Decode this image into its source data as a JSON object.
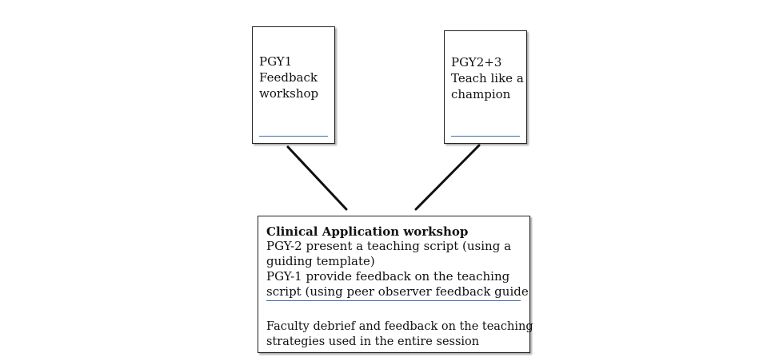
{
  "boxes": {
    "pgy1": {
      "lines": [
        "PGY1",
        "Feedback",
        "workshop"
      ]
    },
    "pgy23": {
      "lines": [
        "PGY2+3",
        "Teach like a",
        "champion"
      ]
    },
    "clinical": {
      "title": "Clinical Application workshop",
      "lines": [
        "PGY-2 present a teaching script (using a",
        "guiding template)",
        "PGY-1 provide feedback on the teaching",
        "script (using peer observer feedback guide"
      ],
      "debrief_lines": [
        "Faculty debrief and feedback on the teaching",
        "strategies used in the entire session"
      ]
    }
  },
  "colors": {
    "border": "#222222",
    "rule": "#3a6fb0",
    "connector": "#111111"
  }
}
